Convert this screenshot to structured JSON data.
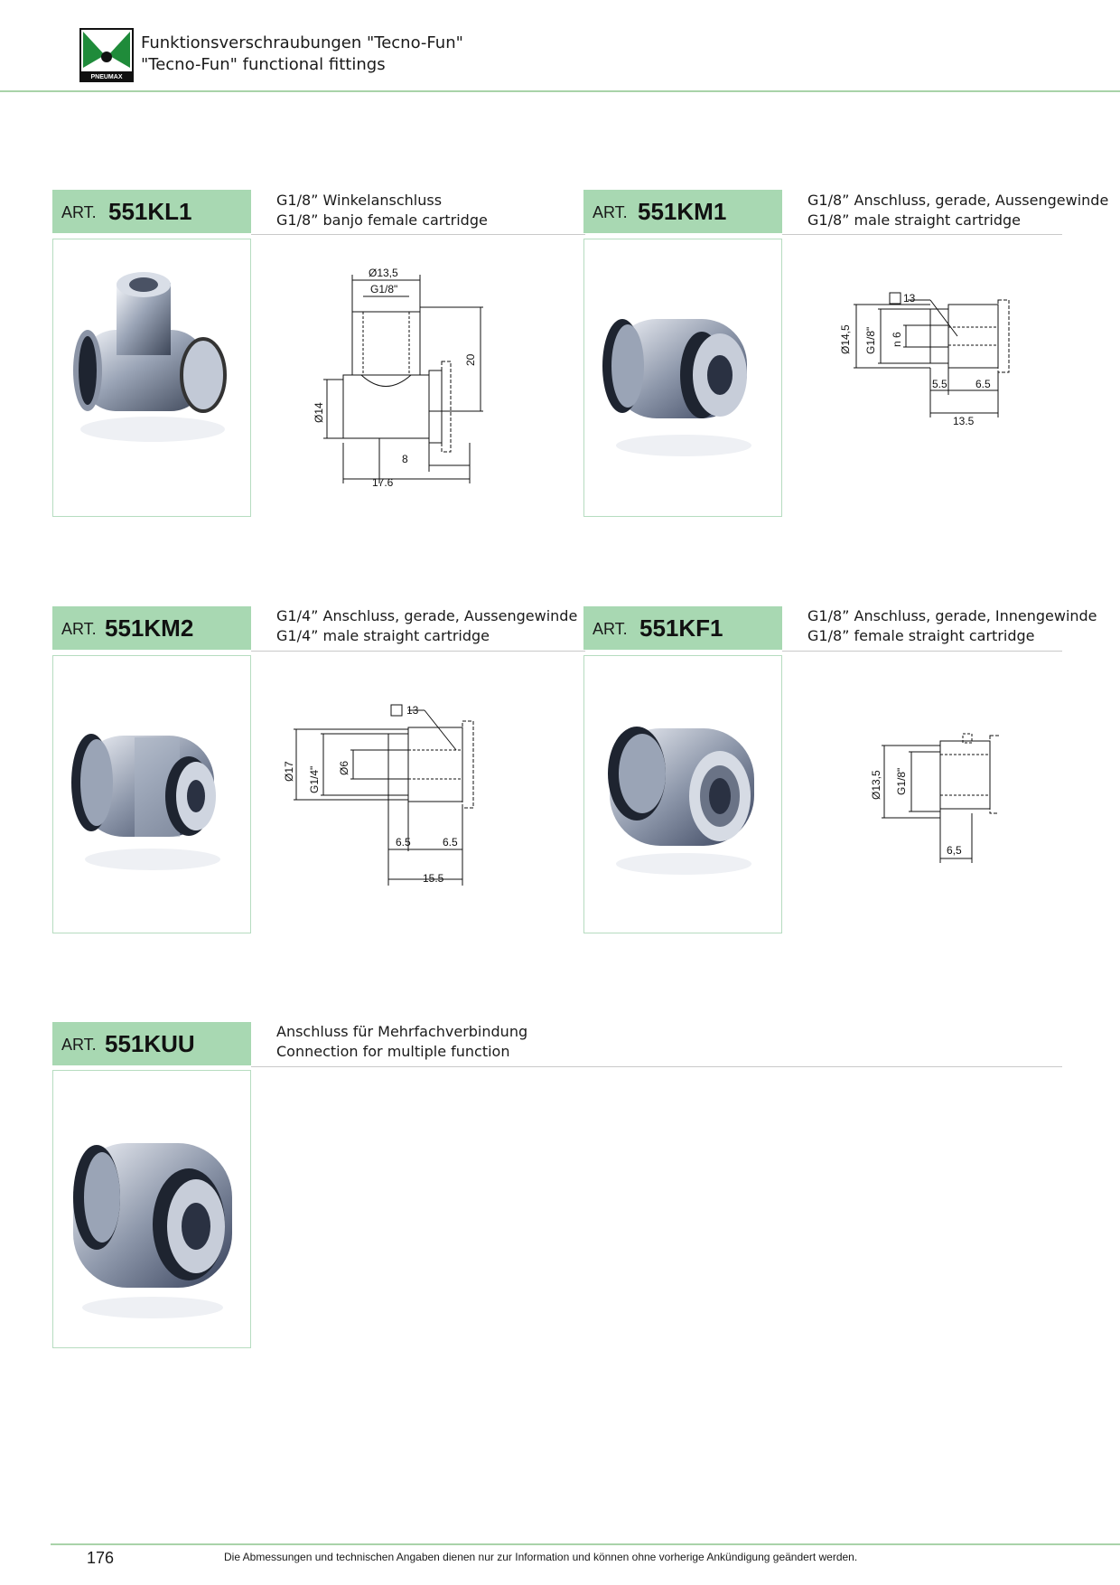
{
  "header": {
    "logo_text": "PNEUMAX",
    "title_de": "Funktionsverschraubungen \"Tecno-Fun\"",
    "title_en": "\"Tecno-Fun\" functional fittings"
  },
  "colors": {
    "accent_green": "#a8d8b2",
    "rule_green": "#a9d3a9",
    "logo_green": "#1f8b3a"
  },
  "articles": [
    {
      "prefix": "ART.",
      "code": "551KL1",
      "desc_de": "G1/8” Winkelanschluss",
      "desc_en": "G1/8” banjo female cartridge",
      "dims": {
        "d1": "Ø13,5",
        "thread": "G1/8\"",
        "height": "20",
        "d2": "Ø14",
        "w1": "8",
        "w2": "17.6"
      }
    },
    {
      "prefix": "ART.",
      "code": "551KM1",
      "desc_de": "G1/8” Anschluss, gerade, Aussengewinde",
      "desc_en": "G1/8” male straight cartridge",
      "dims": {
        "wrench": "13",
        "d1": "Ø14,5",
        "thread": "G1/8\"",
        "n": "n 6",
        "l1": "5.5",
        "l2": "6.5",
        "total": "13.5"
      }
    },
    {
      "prefix": "ART.",
      "code": "551KM2",
      "desc_de": "G1/4” Anschluss, gerade, Aussengewinde",
      "desc_en": "G1/4” male straight cartridge",
      "dims": {
        "wrench": "13",
        "d1": "Ø17",
        "thread": "G1/4\"",
        "d2": "Ø6",
        "l1": "6.5",
        "l2": "6.5",
        "total": "15.5"
      }
    },
    {
      "prefix": "ART.",
      "code": "551KF1",
      "desc_de": "G1/8” Anschluss, gerade, Innengewinde",
      "desc_en": "G1/8” female straight cartridge",
      "dims": {
        "d1": "Ø13,5",
        "thread": "G1/8\"",
        "l1": "6,5"
      }
    },
    {
      "prefix": "ART.",
      "code": "551KUU",
      "desc_de": "Anschluss für Mehrfachverbindung",
      "desc_en": "Connection for multiple function"
    }
  ],
  "footer": {
    "page_number": "176",
    "note": "Die Abmessungen und technischen Angaben dienen nur zur Information und können ohne vorherige Ankündigung geändert werden."
  }
}
